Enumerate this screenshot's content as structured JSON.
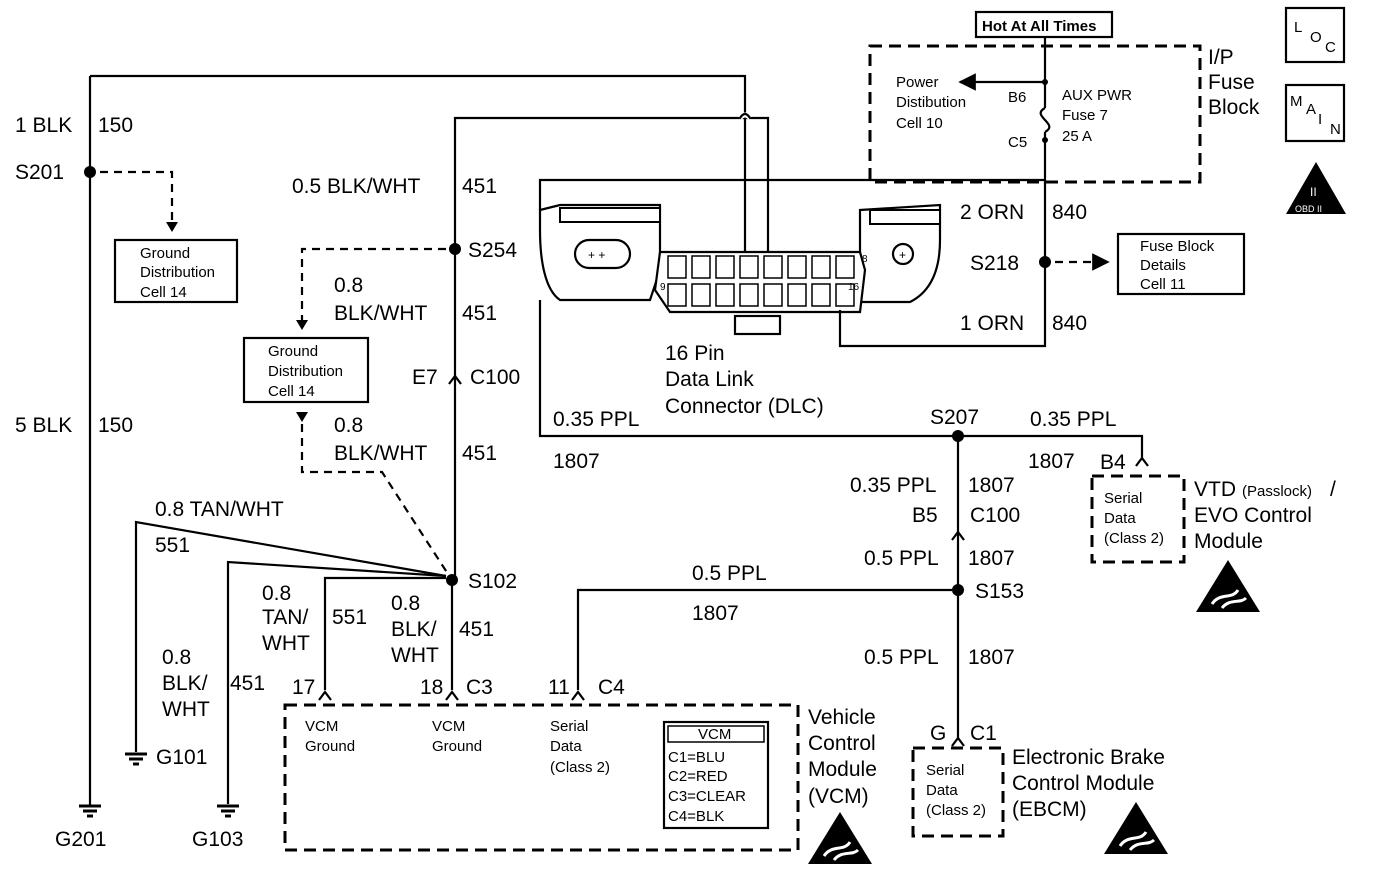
{
  "corner": {
    "loc_letters": [
      "L",
      "O",
      "C"
    ],
    "main_letters": [
      "M",
      "A",
      "I",
      "N"
    ],
    "obd_text": "OBD II",
    "obd_numeral": "II"
  },
  "fuse_block": {
    "hot_label": "Hot At All Times",
    "title_lines": [
      "I/P",
      "Fuse",
      "Block"
    ],
    "power_dist": [
      "Power",
      "Distibution",
      "Cell 10"
    ],
    "b6": "B6",
    "c5": "C5",
    "fuse_lines": [
      "AUX PWR",
      "Fuse 7",
      "25 A"
    ]
  },
  "left": {
    "w1": "1 BLK",
    "c1": "150",
    "s201": "S201",
    "gd1": [
      "Ground",
      "Distribution",
      "Cell 14"
    ],
    "w5": "5 BLK",
    "c5": "150",
    "g201": "G201"
  },
  "mid": {
    "w_blkwht": "0.5 BLK/WHT",
    "c451": "451",
    "s254": "S254",
    "w08": "0.8",
    "blkwht": "BLK/WHT",
    "gd2": [
      "Ground",
      "Distribution",
      "Cell 14"
    ],
    "e7": "E7",
    "c100": "C100",
    "tanwht": "0.8 TAN/WHT",
    "c551": "551",
    "s102": "S102",
    "tan_lines": [
      "0.8",
      "TAN/",
      "WHT"
    ],
    "blk_lines": [
      "0.8",
      "BLK/",
      "WHT"
    ],
    "g101_lines": [
      "0.8",
      "BLK/",
      "WHT"
    ],
    "g101": "G101",
    "g103": "G103"
  },
  "dlc": {
    "title": [
      "16 Pin",
      "Data Link",
      "Connector (DLC)"
    ],
    "pin9": "9",
    "pin16": "16",
    "pin8": "8",
    "w2orn": "2 ORN",
    "c840": "840",
    "s218": "S218",
    "w1orn": "1 ORN",
    "fbd": [
      "Fuse Block",
      "Details",
      "Cell 11"
    ]
  },
  "serial": {
    "w035": "0.35 PPL",
    "c1807": "1807",
    "s207": "S207",
    "b4": "B4",
    "b5": "B5",
    "c100": "C100",
    "w05": "0.5 PPL",
    "s153": "S153",
    "g": "G",
    "c1": "C1"
  },
  "vcm": {
    "pins": [
      "17",
      "18",
      "C3",
      "11",
      "C4"
    ],
    "gnd": [
      "VCM",
      "Ground"
    ],
    "serial": [
      "Serial",
      "Data",
      "(Class 2)"
    ],
    "name": [
      "Vehicle",
      "Control",
      "Module",
      "(VCM)"
    ],
    "key_title": "VCM",
    "key": [
      "C1=BLU",
      "C2=RED",
      "C3=CLEAR",
      "C4=BLK"
    ]
  },
  "vtd": {
    "serial": [
      "Serial",
      "Data",
      "(Class 2)"
    ],
    "name1": "VTD",
    "passlock": "(Passlock)",
    "slash": "/",
    "name2": "EVO Control",
    "name3": "Module"
  },
  "ebcm": {
    "serial": [
      "Serial",
      "Data",
      "(Class 2)"
    ],
    "name": [
      "Electronic Brake",
      "Control Module",
      "(EBCM)"
    ]
  }
}
